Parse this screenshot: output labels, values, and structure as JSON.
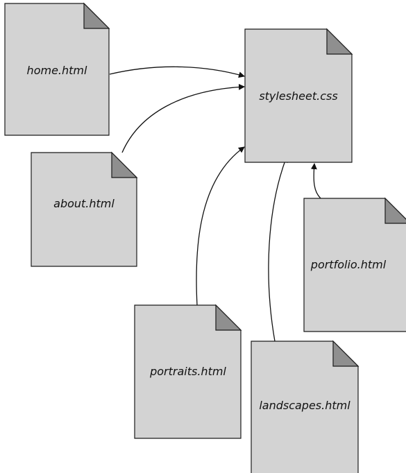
{
  "files": {
    "stylesheet": "stylesheet.css",
    "home": "home.html",
    "about": "about.html",
    "portfolio": "portfolio.html",
    "portraits": "portraits.html",
    "landscapes": "landscapes.html"
  },
  "colors": {
    "page_fill": "#d3d3d3",
    "fold_fill": "#8f8f8f",
    "outline": "#1a1a1a"
  },
  "links": [
    {
      "from": "home",
      "to": "stylesheet"
    },
    {
      "from": "about",
      "to": "stylesheet"
    },
    {
      "from": "portraits",
      "to": "stylesheet"
    },
    {
      "from": "landscapes",
      "to": "stylesheet"
    },
    {
      "from": "portfolio",
      "to": "stylesheet"
    }
  ]
}
